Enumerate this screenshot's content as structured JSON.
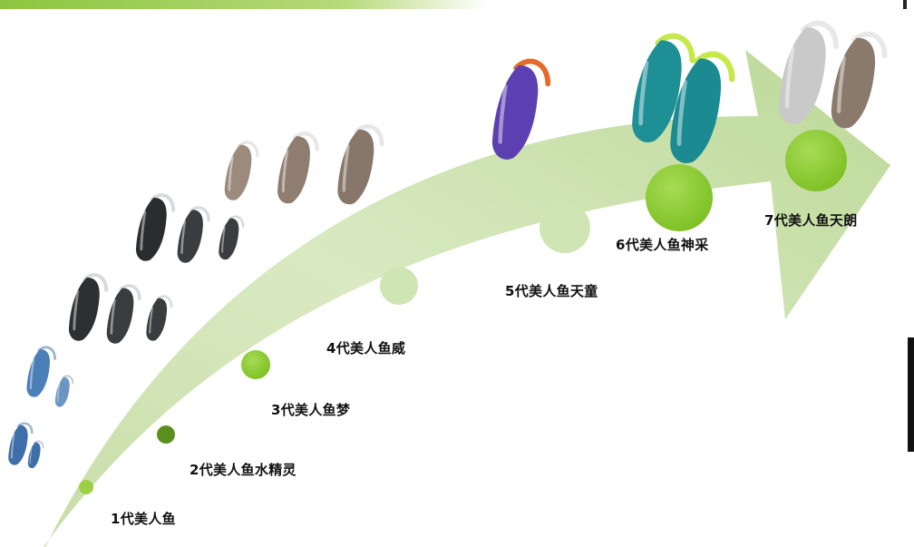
{
  "colors": {
    "arrow_light": "#e8f2d8",
    "arrow_dark": "#bcd99a",
    "dot_bright": "#88c82f",
    "dot_dark": "#5b8f1e",
    "dot_pale": "#cfe5b3",
    "banner": "#8cc63f"
  },
  "generations": [
    {
      "label": "1代美人鱼",
      "icon": "hearing-aid-icon",
      "device_color": "#3f6fa8"
    },
    {
      "label": "2代美人鱼水精灵",
      "icon": "hearing-aid-icon",
      "device_color": "#4b7fb8"
    },
    {
      "label": "3代美人鱼梦",
      "icon": "hearing-aid-icon",
      "device_color": "#2d2f33"
    },
    {
      "label": "4代美人鱼威",
      "icon": "hearing-aid-icon",
      "device_color": "#2a2c30"
    },
    {
      "label": "5代美人鱼天童",
      "icon": "hearing-aid-icon",
      "device_color": "#9c8a7c"
    },
    {
      "label": "6代美人鱼神采",
      "icon": "hearing-aid-icon",
      "device_color": "#5c3fb0"
    },
    {
      "label": "7代美人鱼天朗",
      "icon": "hearing-aid-icon",
      "device_color": "#1d8f95"
    }
  ],
  "extra_devices": [
    {
      "icon": "hearing-aid-icon",
      "device_color": "#c9c9c9"
    },
    {
      "icon": "hearing-aid-icon",
      "device_color": "#8a7a6c"
    }
  ]
}
